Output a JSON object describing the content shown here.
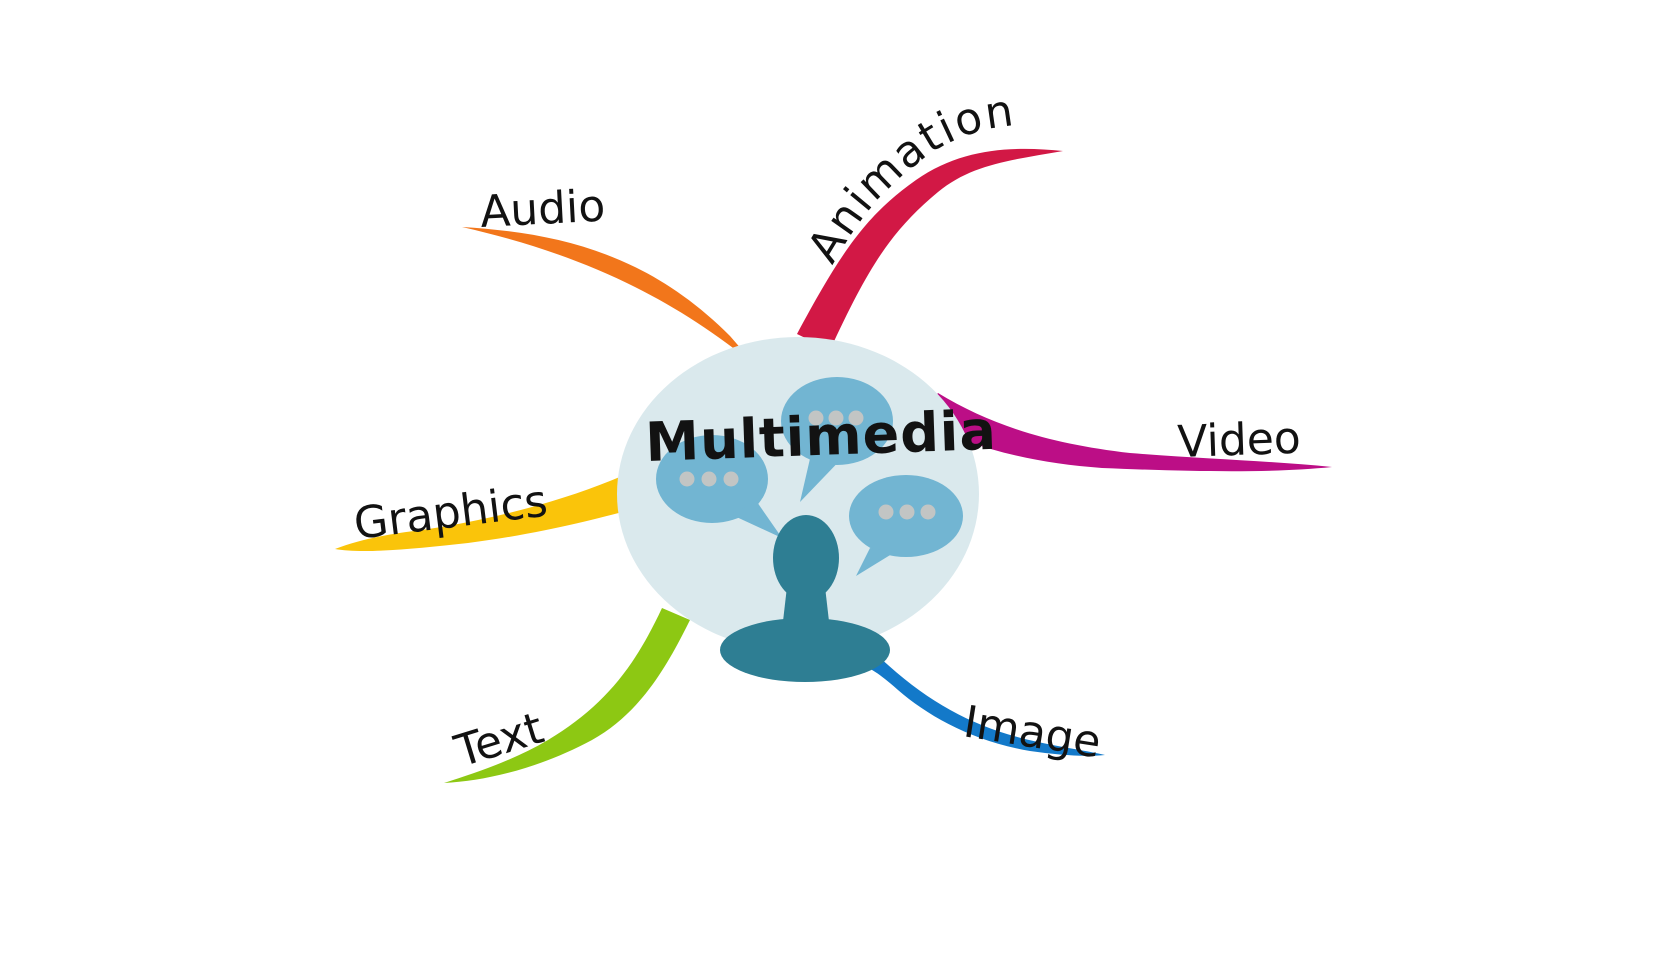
{
  "title": {
    "text": "Multimedia"
  },
  "center": {
    "icon": "person-speech-bubbles-icon",
    "circle_color": "#DAE9ED",
    "person_color": "#2E7E93",
    "bubble_color": "#72B5D2",
    "dot_color": "#C2C5C4"
  },
  "text_color": "#121212",
  "background_color": "#FFFFFF",
  "branches": {
    "audio": {
      "label": "Audio",
      "color": "#F2761B"
    },
    "animation": {
      "label": "Animation",
      "color": "#D21845"
    },
    "video": {
      "label": "Video",
      "color": "#BC0E86"
    },
    "image": {
      "label": "Image",
      "color": "#1379C9"
    },
    "text": {
      "label": "Text",
      "color": "#8DC813"
    },
    "graphics": {
      "label": "Graphics",
      "color": "#FAC40A"
    }
  }
}
